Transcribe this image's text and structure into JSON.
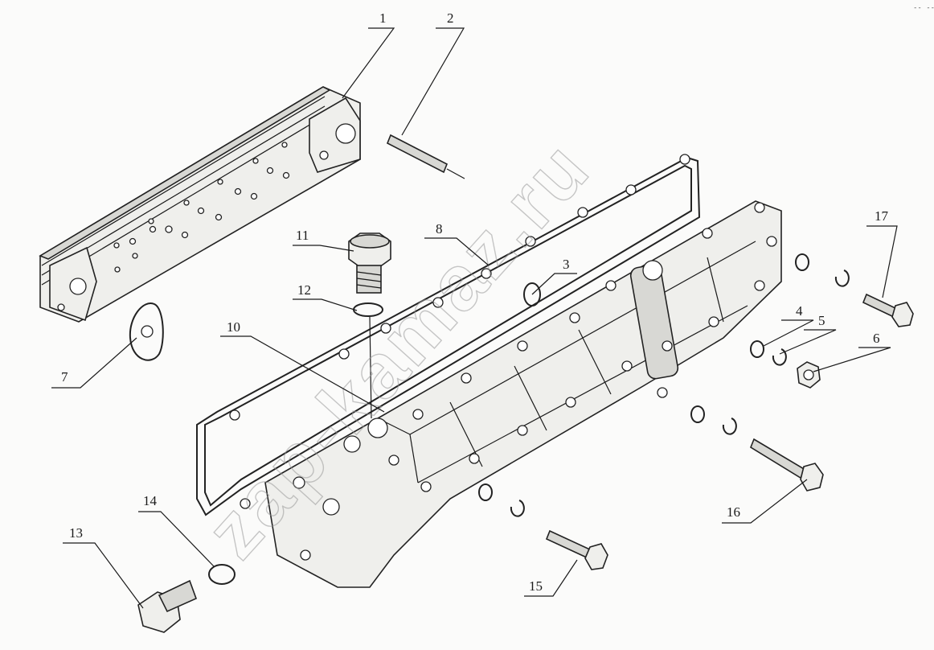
{
  "watermark": "zap-kamaz.ru",
  "corner_mark": "-- ---",
  "callouts": [
    {
      "id": "1",
      "label": "1"
    },
    {
      "id": "2",
      "label": "2"
    },
    {
      "id": "3",
      "label": "3"
    },
    {
      "id": "4",
      "label": "4"
    },
    {
      "id": "5",
      "label": "5"
    },
    {
      "id": "6",
      "label": "6"
    },
    {
      "id": "7",
      "label": "7"
    },
    {
      "id": "8",
      "label": "8"
    },
    {
      "id": "10",
      "label": "10"
    },
    {
      "id": "11",
      "label": "11"
    },
    {
      "id": "12",
      "label": "12"
    },
    {
      "id": "13",
      "label": "13"
    },
    {
      "id": "14",
      "label": "14"
    },
    {
      "id": "15",
      "label": "15"
    },
    {
      "id": "16",
      "label": "16"
    },
    {
      "id": "17",
      "label": "17"
    }
  ]
}
